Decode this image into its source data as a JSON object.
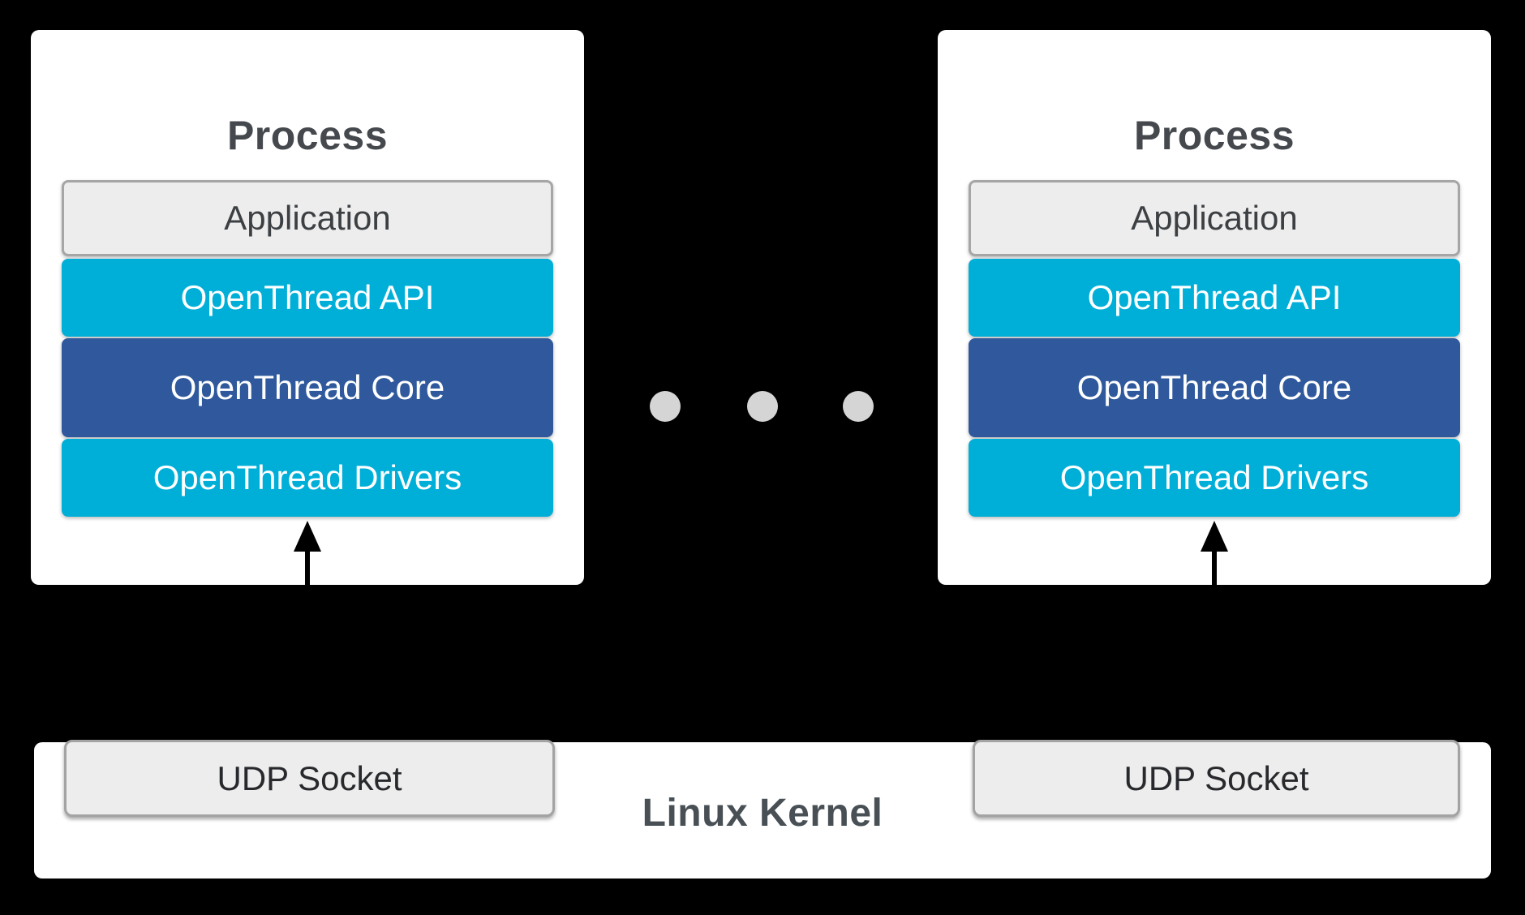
{
  "page": {
    "background": "#000000",
    "type": "architecture-diagram"
  },
  "colors": {
    "accent_cyan": "#00afd8",
    "accent_dark_blue": "#2f599c",
    "box_white": "#ffffff",
    "layer_gray": "#ededed",
    "layer_gray_border": "#a6a6a6",
    "dot_gray": "#d5d5d5",
    "title_text": "#45494e",
    "kernel_text": "#485055",
    "arrow_black": "#000000"
  },
  "processes": [
    {
      "title": "Process",
      "layers": [
        {
          "name": "application",
          "label": "Application"
        },
        {
          "name": "openthread-api",
          "label": "OpenThread API"
        },
        {
          "name": "openthread-core",
          "label": "OpenThread Core"
        },
        {
          "name": "openthread-drivers",
          "label": "OpenThread Drivers"
        }
      ]
    },
    {
      "title": "Process",
      "layers": [
        {
          "name": "application",
          "label": "Application"
        },
        {
          "name": "openthread-api",
          "label": "OpenThread API"
        },
        {
          "name": "openthread-core",
          "label": "OpenThread Core"
        },
        {
          "name": "openthread-drivers",
          "label": "OpenThread Drivers"
        }
      ]
    }
  ],
  "ellipsis": {
    "dot_count": 3
  },
  "kernel": {
    "label": "Linux Kernel",
    "sockets": [
      {
        "label": "UDP Socket"
      },
      {
        "label": "UDP Socket"
      }
    ]
  }
}
